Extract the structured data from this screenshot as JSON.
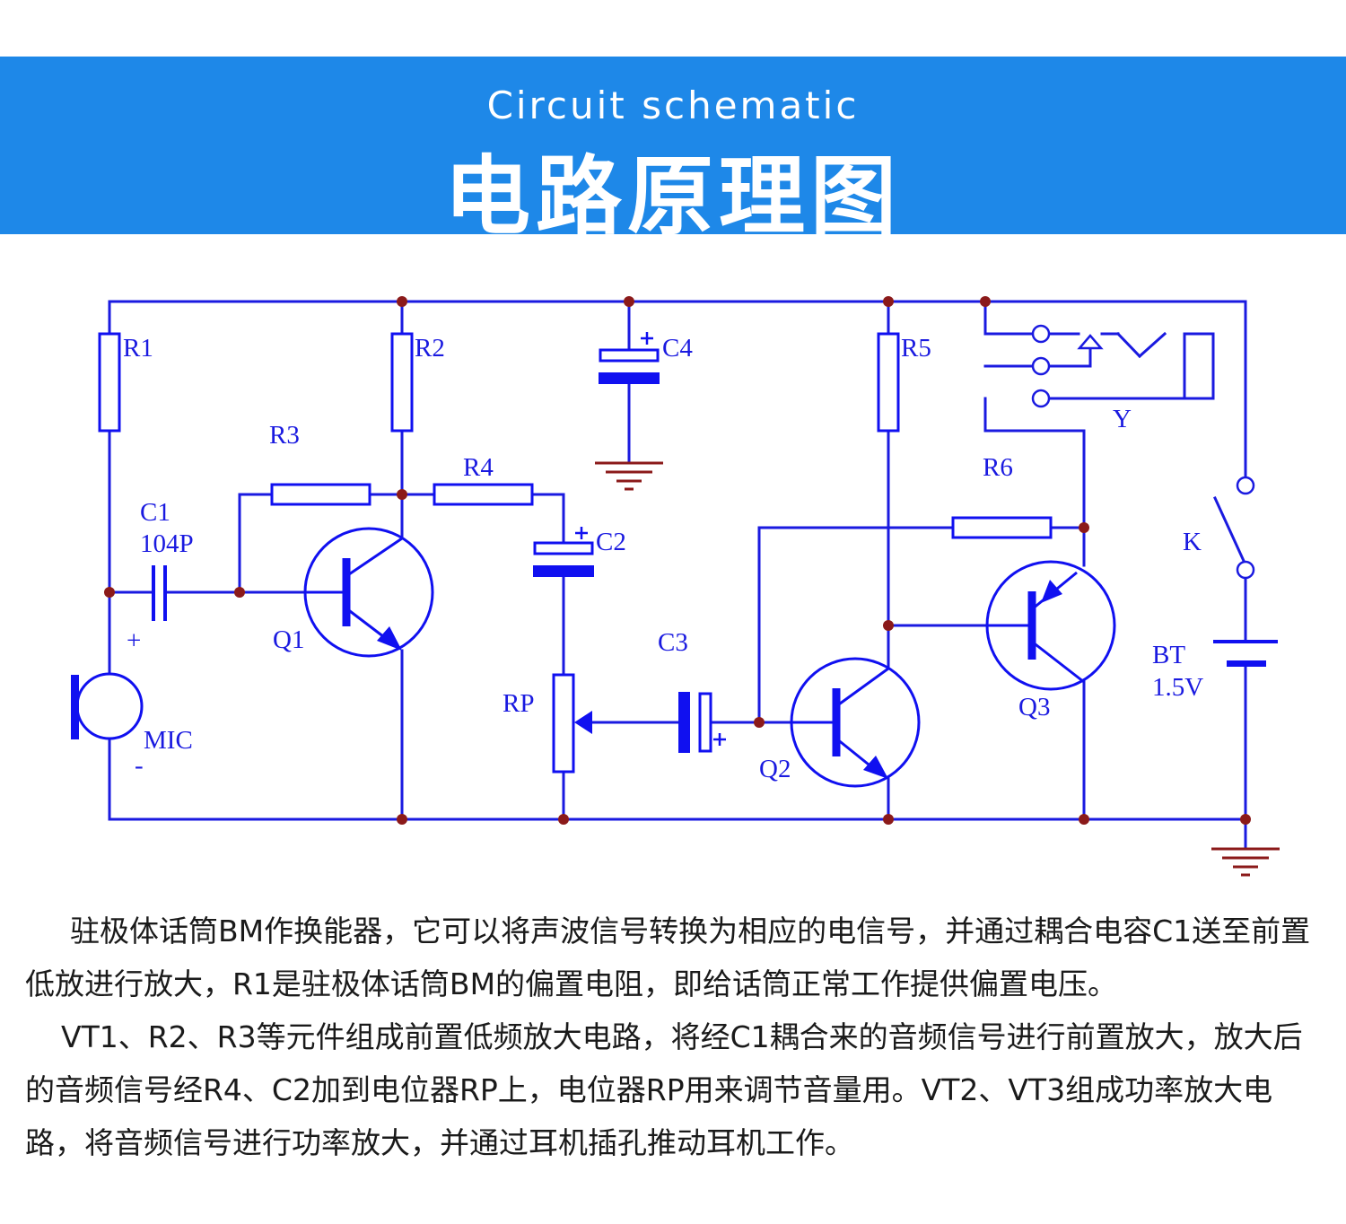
{
  "header": {
    "subtitle": "Circuit schematic",
    "title": "电路原理图"
  },
  "schematic": {
    "wire_color": "#1a1ae0",
    "component_color": "#1010f0",
    "ground_color": "#8b1a1a",
    "node_color": "#8b1a1a",
    "labels": {
      "r1": "R1",
      "r2": "R2",
      "r3": "R3",
      "r4": "R4",
      "r5": "R5",
      "r6": "R6",
      "c1": "C1",
      "c1_value": "104P",
      "c2": "C2",
      "c3": "C3",
      "c4": "C4",
      "q1": "Q1",
      "q2": "Q2",
      "q3": "Q3",
      "rp": "RP",
      "mic": "MIC",
      "mic_plus": "+",
      "mic_minus": "-",
      "y": "Y",
      "k": "K",
      "bt": "BT",
      "bt_value": "1.5V",
      "plus": "+"
    }
  },
  "description": {
    "paragraph_1": "驻极体话筒BM作换能器，它可以将声波信号转换为相应的电信号，并通过耦合电容C1送至前置低放进行放大，R1是驻极体话筒BM的偏置电阻，即给话筒正常工作提供偏置电压。",
    "paragraph_2": "VT1、R2、R3等元件组成前置低频放大电路，将经C1耦合来的音频信号进行前置放大，放大后的音频信号经R4、C2加到电位器RP上，电位器RP用来调节音量用。VT2、VT3组成功率放大电路，将音频信号进行功率放大，并通过耳机插孔推动耳机工作。"
  }
}
